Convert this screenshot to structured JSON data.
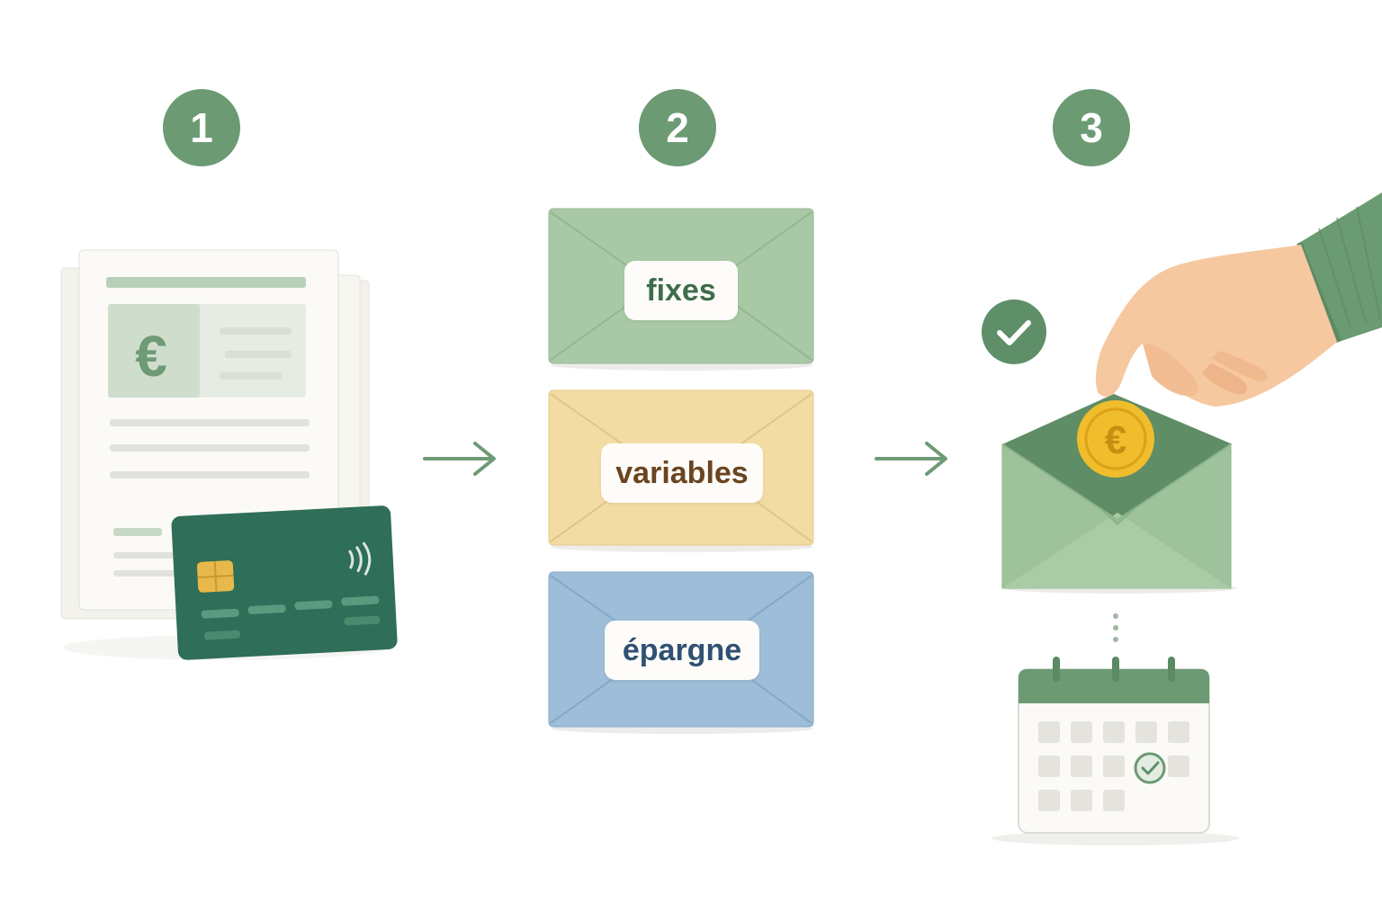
{
  "steps": [
    {
      "number": "1",
      "icon": "document-card-icon"
    },
    {
      "number": "2",
      "icon": "envelopes-icon"
    },
    {
      "number": "3",
      "icon": "envelope-coin-icon"
    }
  ],
  "envelopes": [
    {
      "label": "fixes",
      "color": "#a9c9a6",
      "text_color": "#3d6e4c"
    },
    {
      "label": "variables",
      "color": "#f3dca4",
      "text_color": "#6b4420"
    },
    {
      "label": "épargne",
      "color": "#9dbdd8",
      "text_color": "#2f5173"
    }
  ],
  "document": {
    "currency_symbol": "€"
  },
  "coin": {
    "currency_symbol": "€"
  },
  "colors": {
    "badge": "#6b9a73",
    "accent_green": "#5f8f68",
    "card": "#2f6e58",
    "coin": "#f0bd2c",
    "sleeve": "#6a9b72"
  },
  "icons": [
    "check-icon",
    "calendar-icon",
    "arrow-right-icon",
    "hand-icon",
    "credit-card-icon",
    "coin-icon"
  ]
}
